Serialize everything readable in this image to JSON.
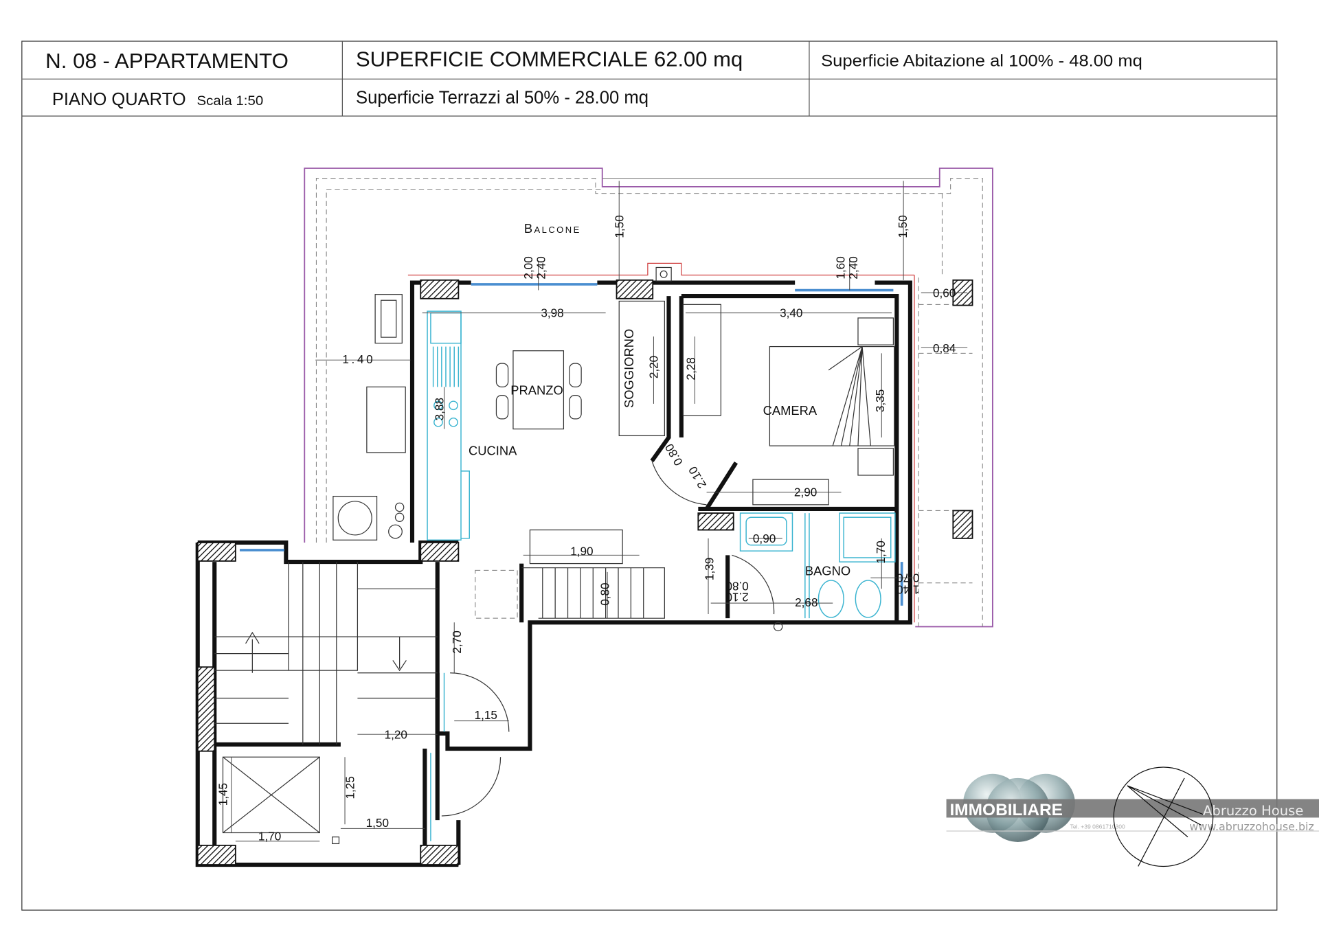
{
  "header": {
    "unit_title": "N. 08 - APPARTAMENTO",
    "commercial_area": "SUPERFICIE COMMERCIALE  62.00 mq",
    "living_area": "Superficie Abitazione al 100% - 48.00 mq",
    "floor": "PIANO QUARTO",
    "scale": "Scala 1:50",
    "terrace_area": "Superficie Terrazzi al 50% - 28.00 mq"
  },
  "rooms": {
    "balcone": "Balcone",
    "pranzo": "PRANZO",
    "soggiorno": "SOGGIORNO",
    "cucina": "CUCINA",
    "camera": "CAMERA",
    "bagno": "BAGNO"
  },
  "dimensions": {
    "balcony_depth_left": "1,50",
    "balcony_depth_right": "1,50",
    "window1_a": "2,00",
    "window1_b": "2,40",
    "window2_a": "1,60",
    "window2_b": "2,40",
    "living_width": "3,98",
    "bedroom_width": "3,40",
    "side_balcony_a": "0,60",
    "side_balcony_b": "0,84",
    "left_balcony": "1.40",
    "kitchen_length": "3,88",
    "sofa_height": "2,20",
    "wall_height": "2,28",
    "bedroom_depth": "3,35",
    "bedroom_bottom": "2,90",
    "door1_a": "0.80",
    "door1_b": "2.10",
    "sink_width": "0,90",
    "stair_width": "1,90",
    "hall_depth": "1,39",
    "stair_step": "0,80",
    "door2_a": "0.80",
    "door2_b": "2.10",
    "bath_width": "2,68",
    "shower_depth": "1,70",
    "bath_window_a": "0.70",
    "bath_window_b": "1.40",
    "corridor_height": "2,70",
    "corridor_width": "1,15",
    "landing_width": "1,20",
    "lift_depth": "1,25",
    "lift_height": "1,45",
    "lift_landing": "1,50",
    "lift_width": "1,70"
  },
  "logo": {
    "brand": "IMMOBILIARE",
    "name": "Abruzzo House",
    "phone": "Tel. +39 0861710300",
    "website": "www.abruzzohouse.biz"
  },
  "colors": {
    "wall": "#111111",
    "fixtures": "#3ab4d0",
    "balcony_outline": "#9a5aa8",
    "windows": "#4a8ed0"
  }
}
